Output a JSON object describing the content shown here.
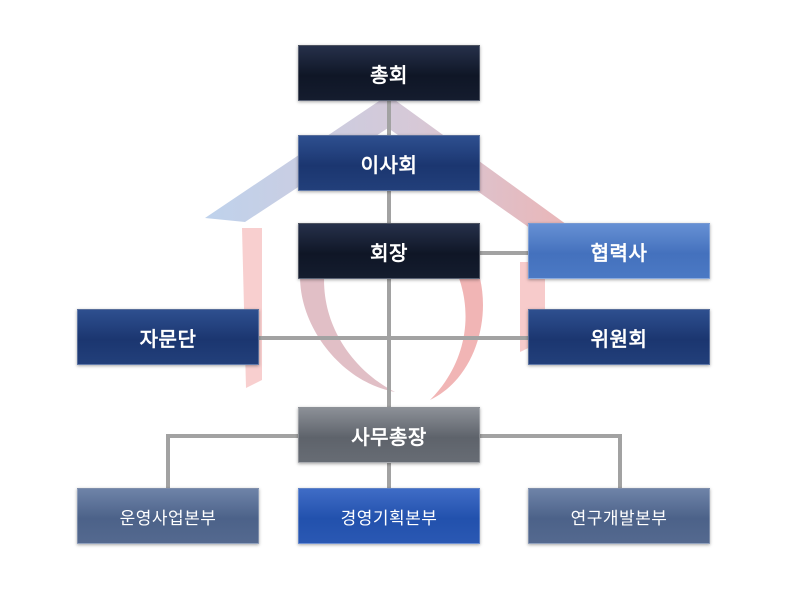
{
  "org_chart": {
    "nodes": {
      "general_assembly": "총회",
      "board": "이사회",
      "chairman": "회장",
      "partners": "협력사",
      "advisory": "자문단",
      "committee": "위원회",
      "secretary_general": "사무총장",
      "operations": "운영사업본부",
      "strategy": "경영기획본부",
      "rnd": "연구개발본부"
    }
  }
}
